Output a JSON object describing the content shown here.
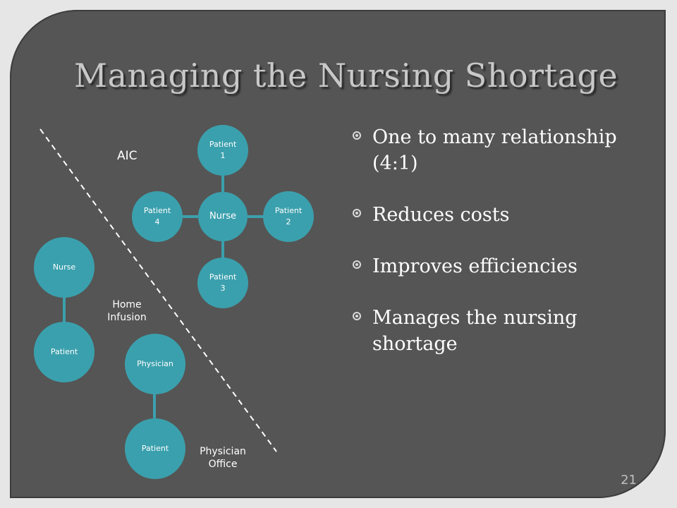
{
  "title": "Managing the Nursing Shortage",
  "bullets": [
    "One to many relationship (4:1)",
    "Reduces costs",
    "Improves efficiencies",
    "Manages the nursing shortage"
  ],
  "diagram": {
    "aic_label": "AIC",
    "center_node": "Nurse",
    "patient1": "Patient 1",
    "patient2": "Patient 2",
    "patient3": "Patient 3",
    "patient4": "Patient 4",
    "home_infusion_label": "Home Infusion",
    "home_nurse": "Nurse",
    "home_patient": "Patient",
    "physician_node": "Physician",
    "office_patient": "Patient",
    "physician_office_label": "Physician Office"
  },
  "page_number": "21",
  "colors": {
    "node": "#3ba0ad",
    "background": "#555555",
    "title": "#c8c8c8"
  }
}
